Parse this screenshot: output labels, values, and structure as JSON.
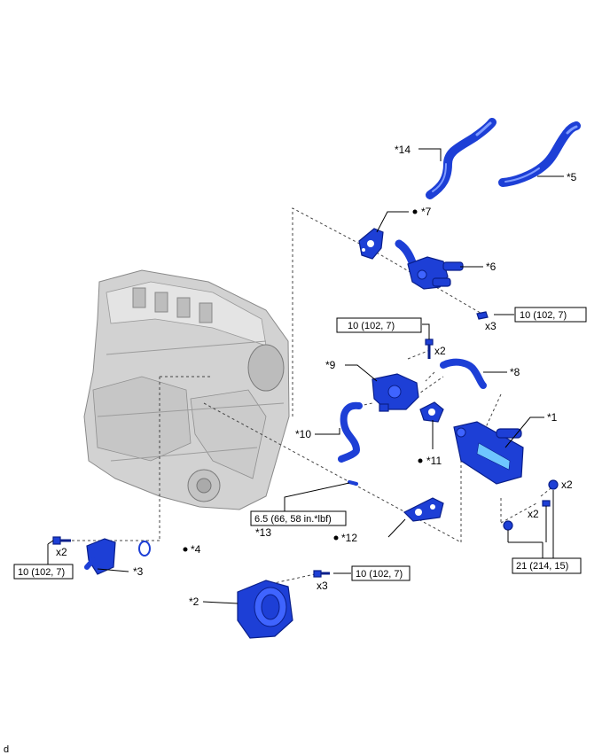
{
  "callouts": {
    "p1": "*1",
    "p2": "*2",
    "p3": "*3",
    "p4": "*4",
    "p5": "*5",
    "p6": "*6",
    "p7": "*7",
    "p8": "*8",
    "p9": "*9",
    "p10": "*10",
    "p11": "*11",
    "p12": "*12",
    "p13": "*13",
    "p14": "*14"
  },
  "torque": {
    "t_upper_right": "10 (102, 7)",
    "t_mid_left": "10 (102, 7)",
    "t_throttle": "10 (102, 7)",
    "t_lower_left": "10 (102, 7)",
    "t_pipe": "6.5 (66, 58 in.*lbf)",
    "t_cooler": "21 (214, 15)"
  },
  "quantities": {
    "q_x3_upper": "x3",
    "q_x2_mid": "x2",
    "q_x2_cooler_a": "x2",
    "q_x2_cooler_b": "x2",
    "q_x2_left": "x2",
    "q_x3_throttle": "x3"
  },
  "footer": {
    "code": "d"
  },
  "colors": {
    "part_blue": "#1d3fd6",
    "engine_gray": "#c9c9c9"
  }
}
